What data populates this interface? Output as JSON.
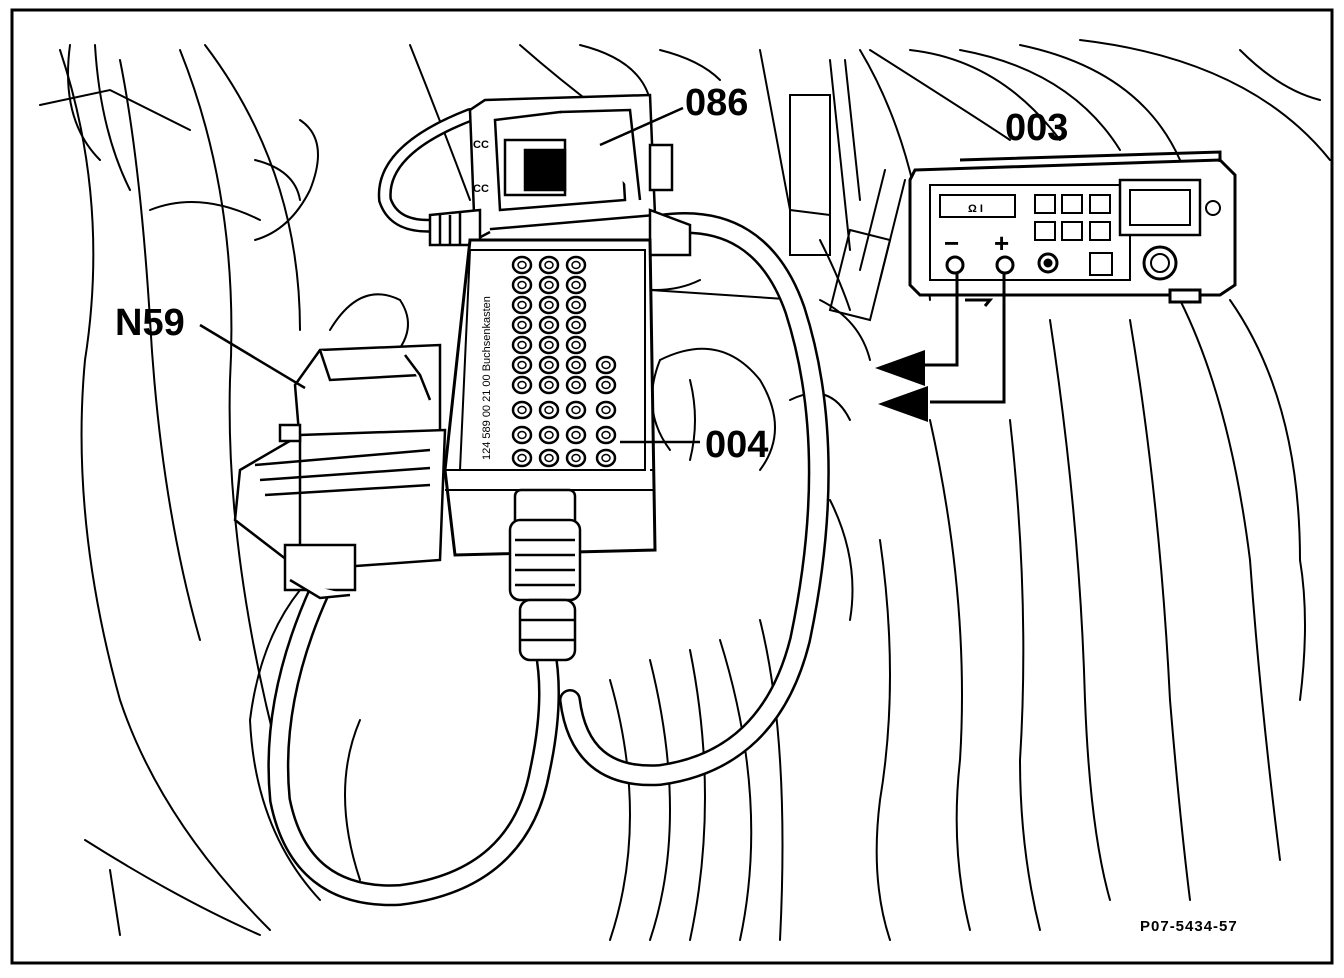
{
  "labels": {
    "adapter": "086",
    "tester": "003",
    "control_unit": "N59",
    "socket_box": "004"
  },
  "figure_ref": "P07-5434-57",
  "tester_panel": {
    "display": "Ω I",
    "minus": "−",
    "plus": "+"
  },
  "socket_box_text": "124 589 00 21 00 Buchsenkasten"
}
